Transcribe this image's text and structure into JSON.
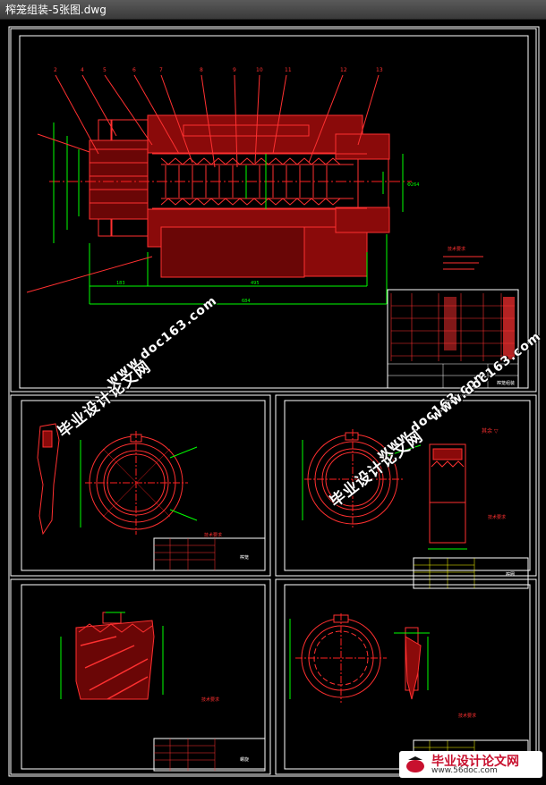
{
  "window": {
    "title": "榨笼组装-5张图.dwg"
  },
  "watermarks": {
    "site_name": "毕业设计论文网",
    "site_url": "www.doc163.com"
  },
  "logo": {
    "name": "毕业设计论文网",
    "url": "www.56doc.com"
  },
  "drawing": {
    "balloons": [
      "2",
      "4",
      "5",
      "6",
      "7",
      "8",
      "9",
      "10",
      "11",
      "12",
      "13"
    ],
    "sheet_note": "技术要求",
    "sheet_title_1": "榨笼组装",
    "sheet_title_2": "榨笼",
    "sheet_title_3": "螺旋",
    "sheet_title_4": "榨圈",
    "dim_overall": "684",
    "dim_front": "495",
    "dim_left": "183",
    "dim_dia": "Φ264"
  },
  "colors": {
    "frame": "#ffffff",
    "geometry": "#ff3030",
    "dimension": "#00ff00",
    "text": "#ffff00",
    "center": "#ff2020",
    "accent": "#3050ff"
  }
}
